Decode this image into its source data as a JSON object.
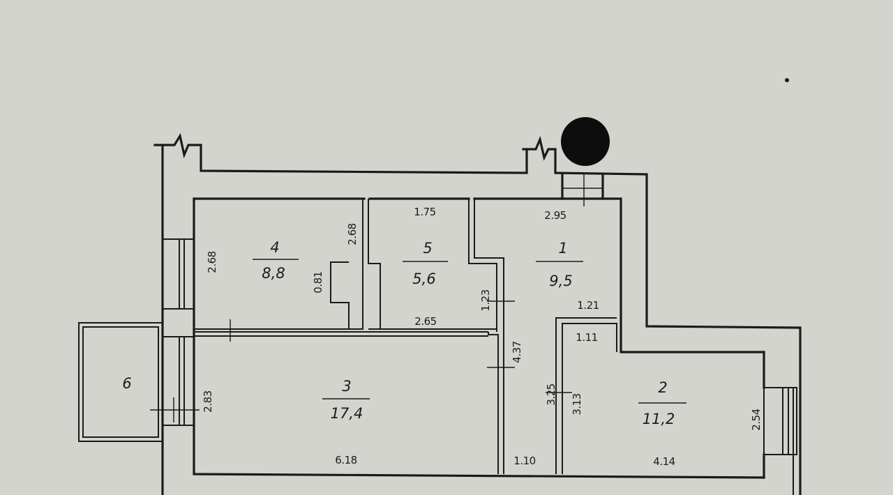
{
  "rooms": [
    {
      "number": "1",
      "area": "9,5"
    },
    {
      "number": "2",
      "area": "11,2"
    },
    {
      "number": "3",
      "area": "17,4"
    },
    {
      "number": "4",
      "area": "8,8"
    },
    {
      "number": "5",
      "area": "5,6"
    },
    {
      "number": "6",
      "area": ""
    }
  ],
  "dimensions": {
    "room4_height": "2.68",
    "room4_right_height": "2.68",
    "room4_niche": "0.81",
    "room5_top": "1.75",
    "room5_bottom": "2.65",
    "room1_top": "2.95",
    "corridor_door": "1.23",
    "corridor_upper": "1.21",
    "corridor_lower": "1.11",
    "corridor_length": "4.37",
    "corridor_width": "3.25",
    "room2_left": "3.13",
    "room2_right": "2.54",
    "room2_bottom": "4.14",
    "room3_left": "2.83",
    "room3_bottom": "6.18",
    "corridor_bottom": "1.10"
  },
  "colors": {
    "background": "#d3d4ce",
    "lines": "#1a1a1a",
    "marker": "#0d0d0d"
  }
}
